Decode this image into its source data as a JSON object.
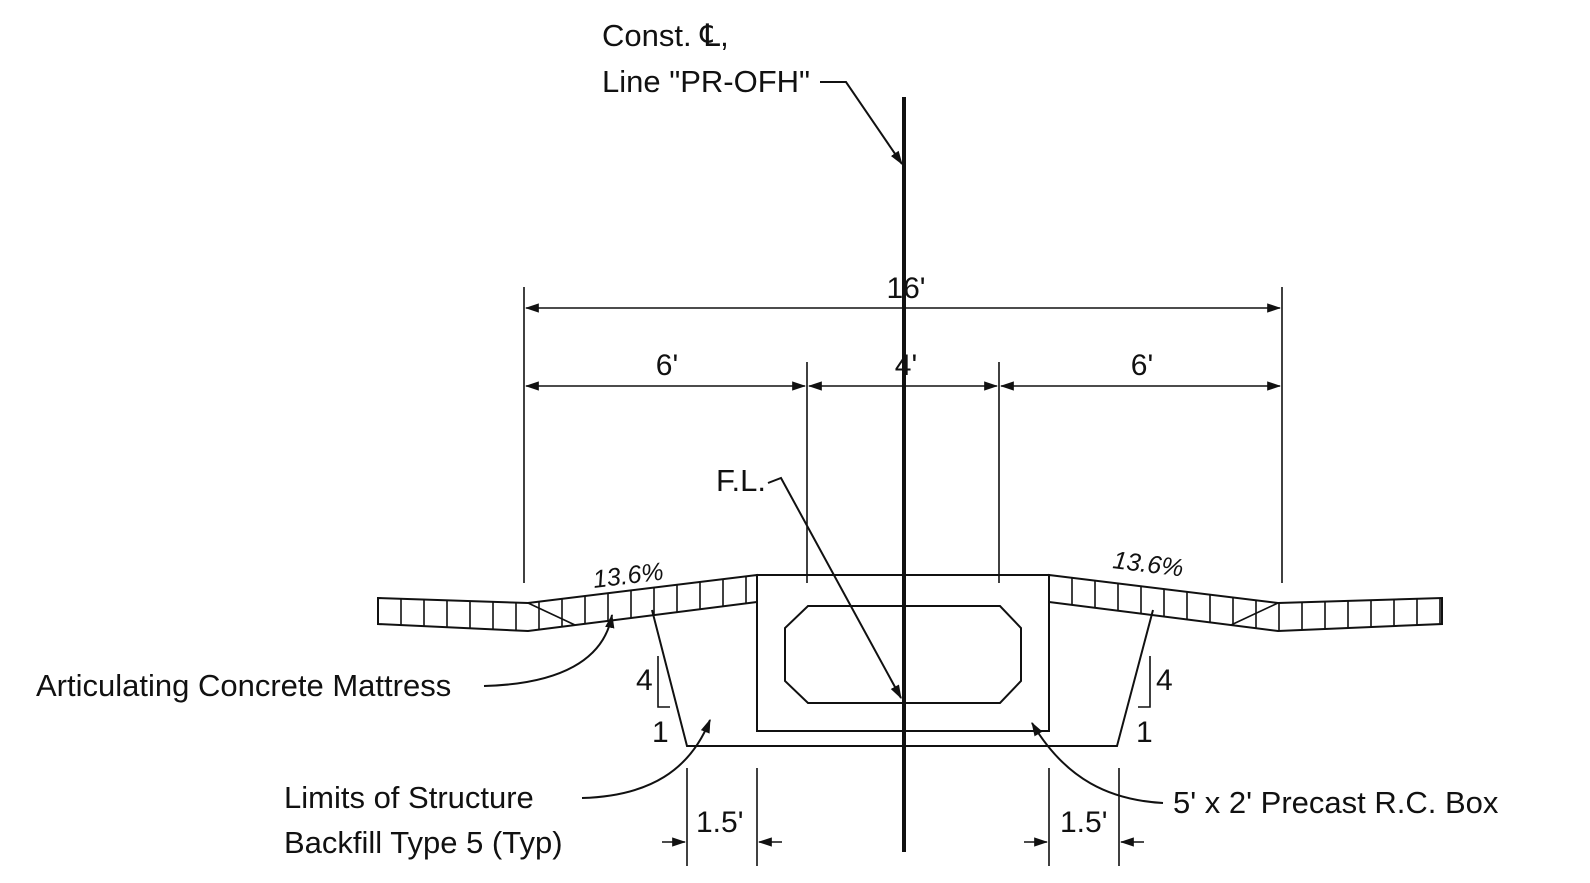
{
  "centerline_label_line1": "Const. ℄,",
  "centerline_label_line2": "Line \"PR-OFH\"",
  "dimensions": {
    "overall": "16'",
    "left": "6'",
    "center": "4'",
    "right": "6'",
    "left_bottom": "1.5'",
    "right_bottom": "1.5'"
  },
  "slopes": {
    "left_grade": "13.6%",
    "right_grade": "13.6%",
    "left_rise": "4",
    "left_run": "1",
    "right_rise": "4",
    "right_run": "1"
  },
  "callouts": {
    "flow_line": "F.L.",
    "mattress": "Articulating Concrete Mattress",
    "backfill_line1": "Limits of Structure",
    "backfill_line2": "Backfill Type 5 (Typ)",
    "box": "5' x 2' Precast R.C. Box"
  },
  "colors": {
    "ink": "#111111",
    "paper": "#ffffff"
  }
}
